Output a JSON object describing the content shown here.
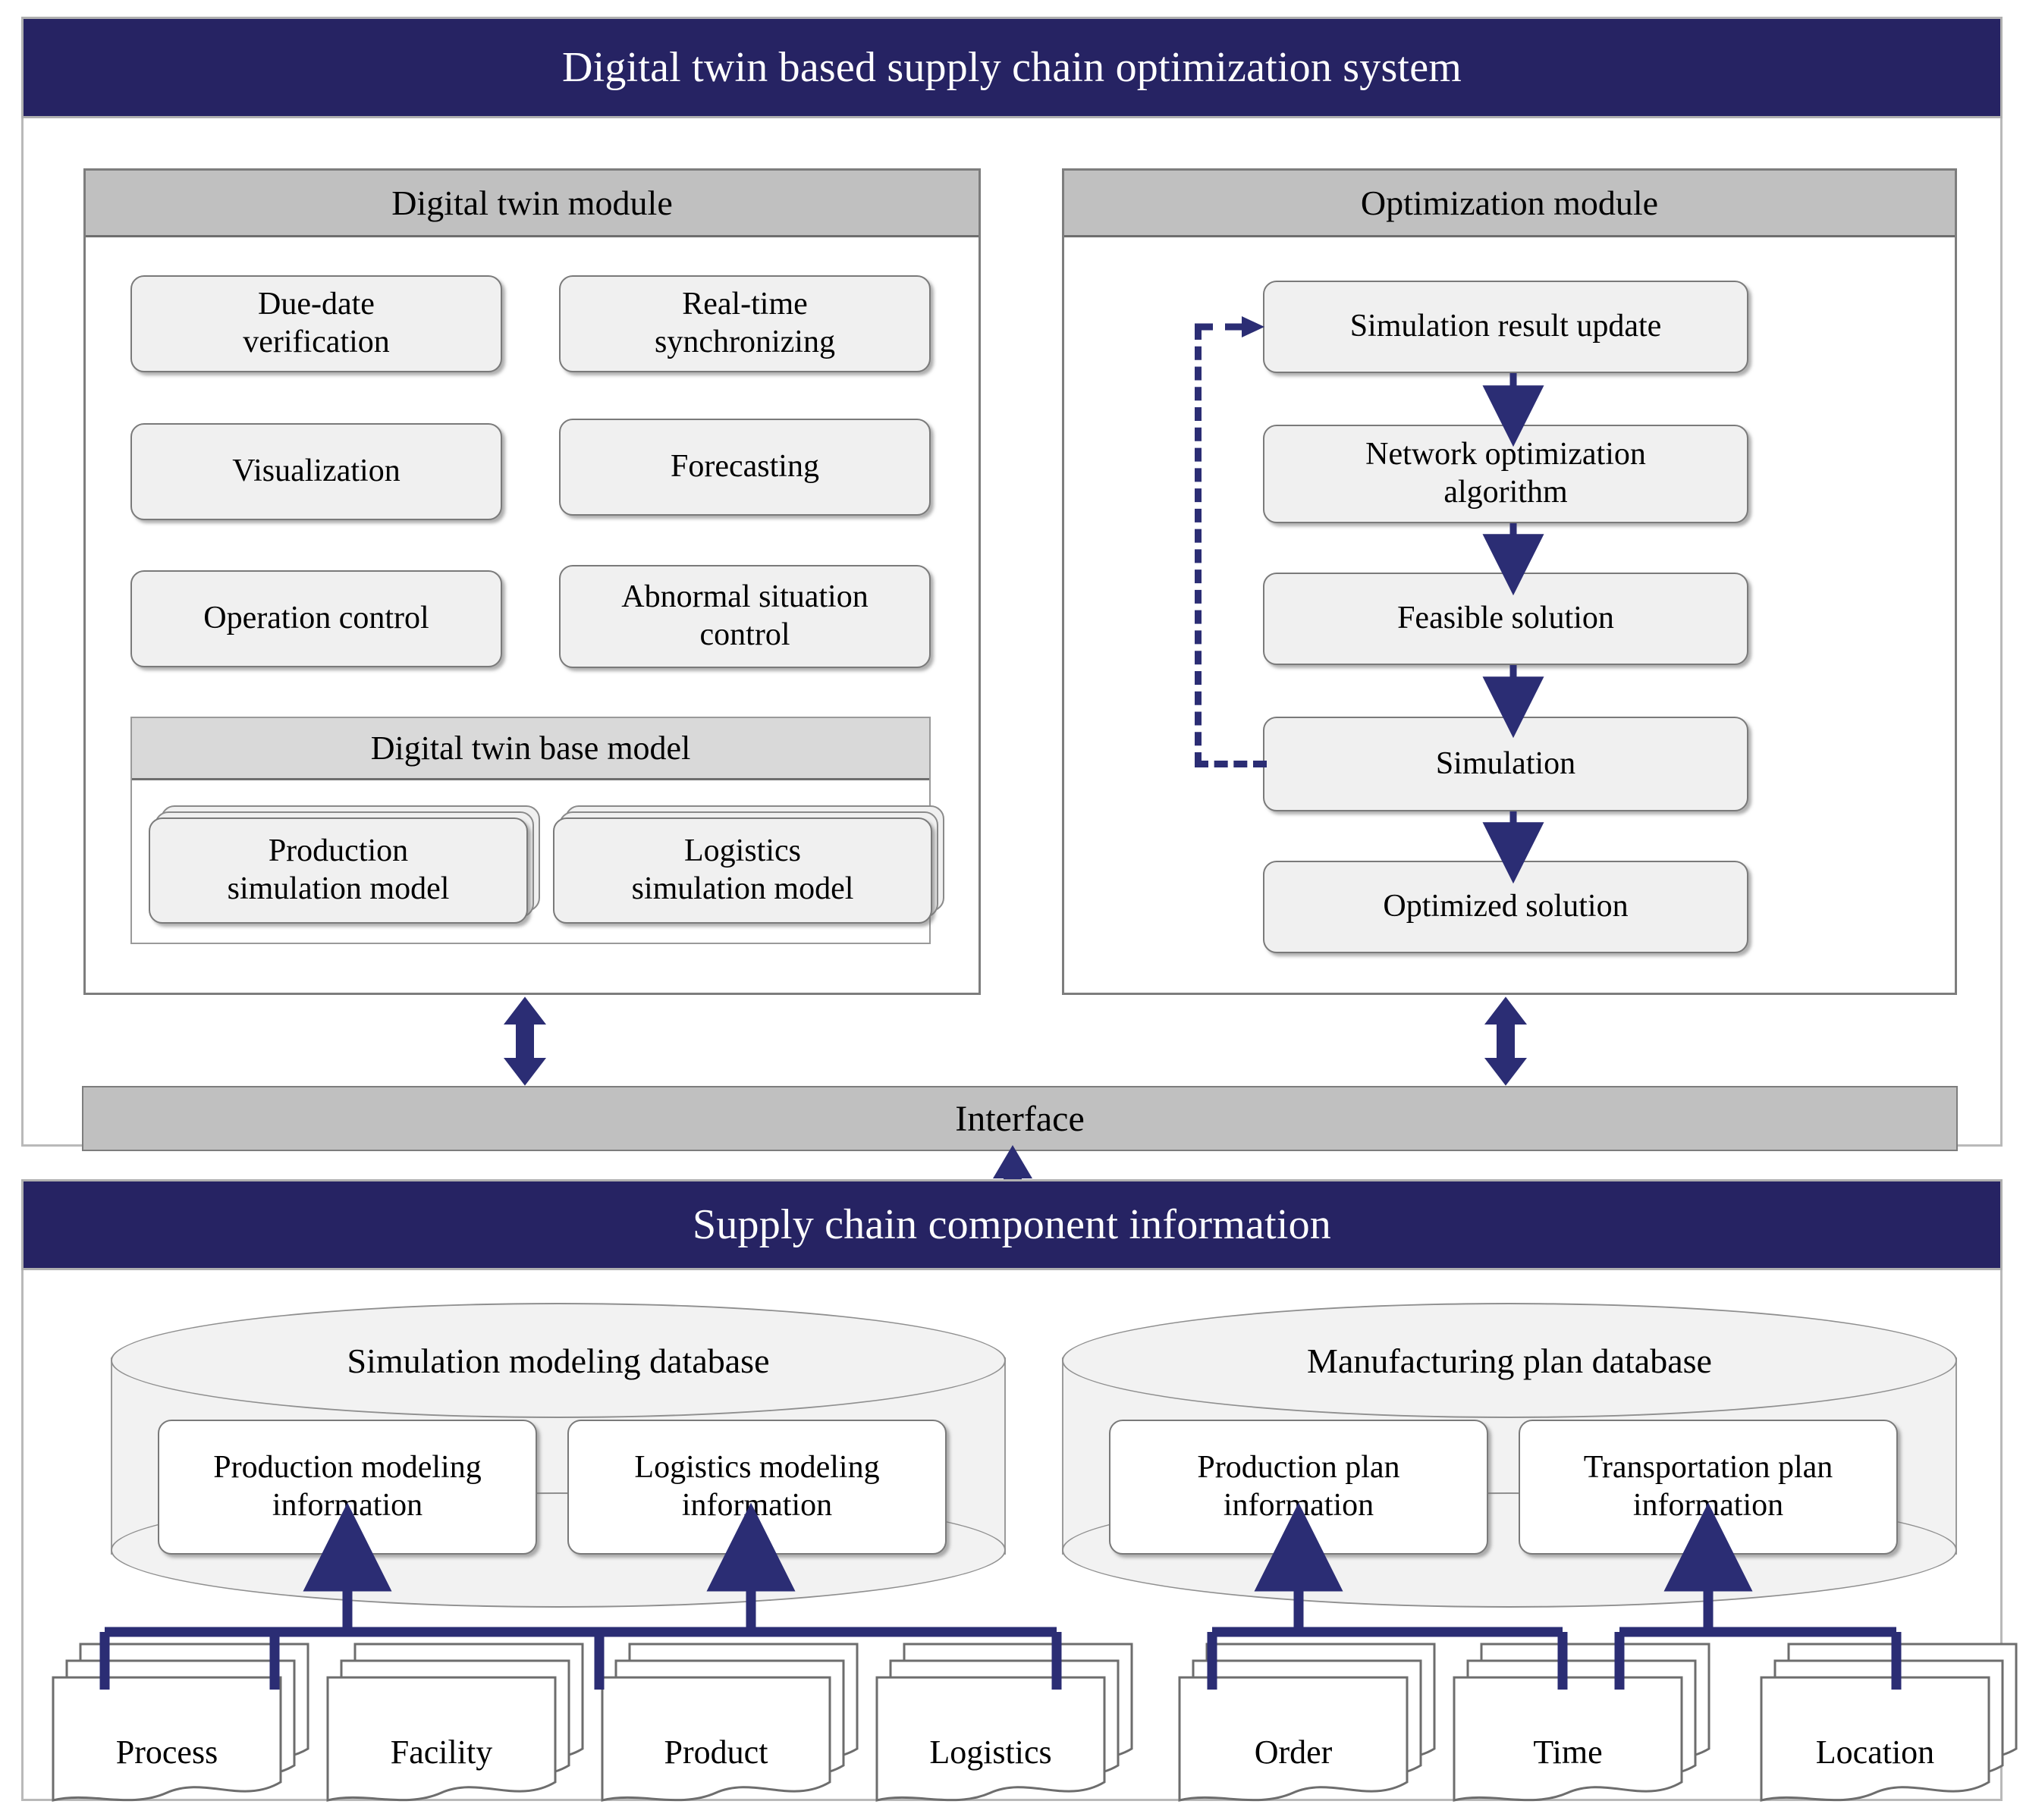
{
  "system": {
    "title": "Digital twin based supply chain optimization system",
    "interface_label": "Interface"
  },
  "digital_twin_module": {
    "header": "Digital twin module",
    "functions": [
      "Due-date\nverification",
      "Real-time\nsynchronizing",
      "Visualization",
      "Forecasting",
      "Operation control",
      "Abnormal situation\ncontrol"
    ],
    "function_labels": {
      "due_date_verification": "Due-date verification",
      "real_time_synchronizing": "Real-time synchronizing",
      "visualization": "Visualization",
      "forecasting": "Forecasting",
      "operation_control": "Operation control",
      "abnormal_situation_control": "Abnormal situation control"
    },
    "base_model": {
      "header": "Digital twin base model",
      "models": [
        "Production simulation model",
        "Logistics simulation model"
      ]
    }
  },
  "optimization_module": {
    "header": "Optimization module",
    "steps": [
      "Simulation result update",
      "Network optimization algorithm",
      "Feasible solution",
      "Simulation",
      "Optimized solution"
    ],
    "feedback_loop": {
      "from": "Simulation",
      "to": "Simulation result update",
      "style": "dashed"
    }
  },
  "supply_chain": {
    "title": "Supply chain component information",
    "databases": [
      {
        "name": "Simulation modeling database",
        "sections": [
          "Production modeling information",
          "Logistics modeling information"
        ]
      },
      {
        "name": "Manufacturing plan database",
        "sections": [
          "Production plan information",
          "Transportation plan information"
        ]
      }
    ],
    "components": [
      "Process",
      "Facility",
      "Product",
      "Logistics",
      "Order",
      "Time",
      "Location"
    ]
  },
  "colors": {
    "navy": "#262363",
    "arrow_navy": "#2b2d74",
    "header_gray": "#c0c0c0",
    "subheader_gray": "#d9d9d9",
    "node_fill": "#f0f0f0",
    "frame_gray": "#7d7d7d"
  }
}
